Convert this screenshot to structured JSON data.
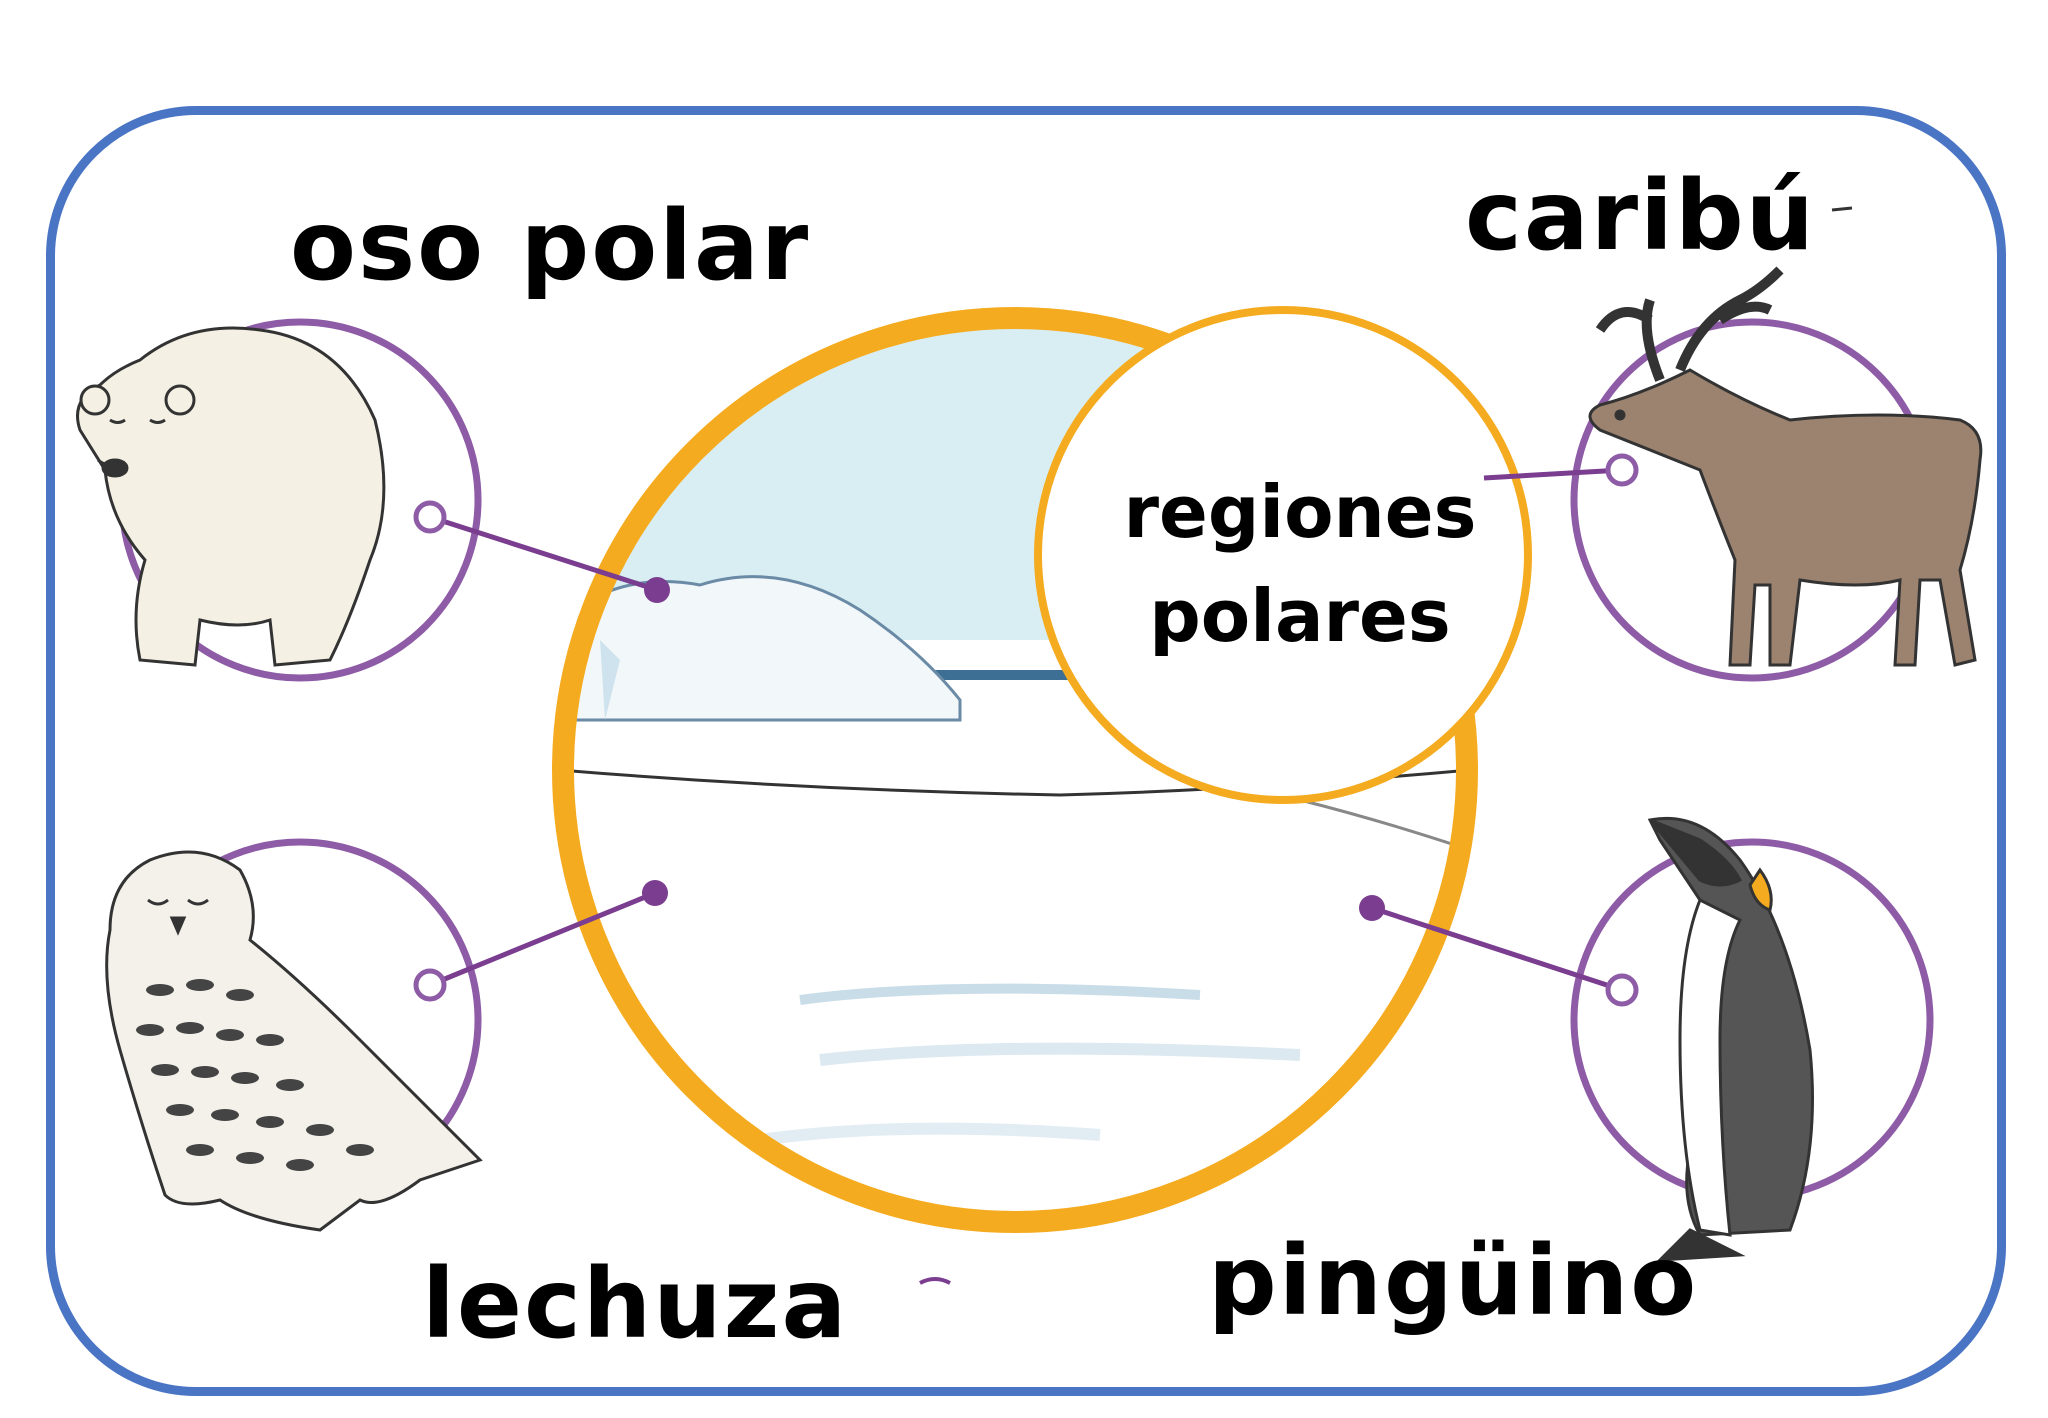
{
  "center": {
    "line1": "regiones",
    "line2": "polares"
  },
  "animals": {
    "bear": "oso polar",
    "caribou": "caribú",
    "owl": "lechuza",
    "penguin": "pingüino"
  },
  "colors": {
    "frame": "#4a74c4",
    "central_ring": "#f5ab1f",
    "animal_ring": "#8e5ca6",
    "connector": "#7a3d8f",
    "sky": "#d9eef3"
  }
}
